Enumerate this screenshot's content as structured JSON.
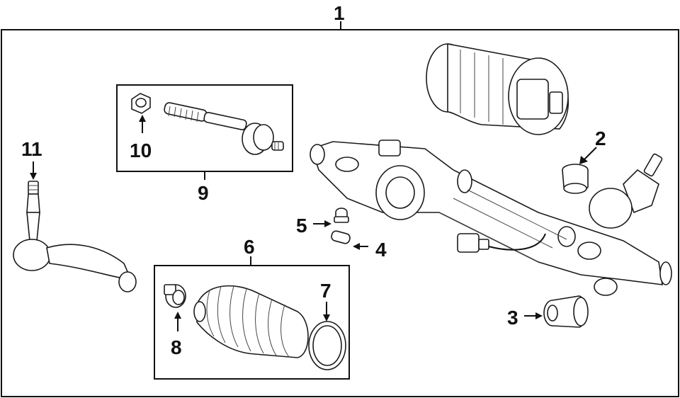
{
  "callouts": {
    "c1": "1",
    "c2": "2",
    "c3": "3",
    "c4": "4",
    "c5": "5",
    "c6": "6",
    "c7": "7",
    "c8": "8",
    "c9": "9",
    "c10": "10",
    "c11": "11"
  }
}
